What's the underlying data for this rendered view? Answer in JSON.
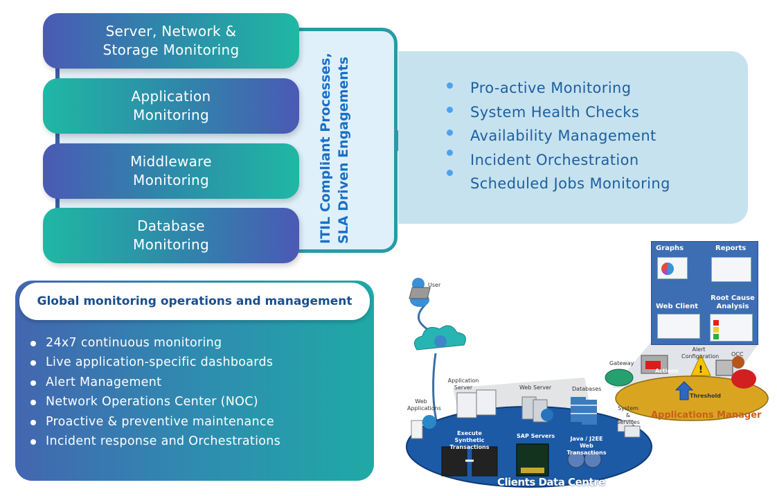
{
  "monitoring_stack": {
    "pills": [
      {
        "line1": "Server, Network &",
        "line2": "Storage Monitoring"
      },
      {
        "line1": "Application",
        "line2": "Monitoring"
      },
      {
        "line1": "Middleware",
        "line2": "Monitoring"
      },
      {
        "line1": "Database",
        "line2": "Monitoring"
      }
    ]
  },
  "bracket": {
    "line1": "ITIL Compliant Processes,",
    "line2": "SLA Driven Engagements"
  },
  "features": {
    "items": [
      "Pro-active Monitoring",
      "System Health Checks",
      "Availability Management",
      "Incident Orchestration",
      "Scheduled Jobs Monitoring"
    ]
  },
  "global": {
    "title": "Global monitoring operations and management",
    "items": [
      "24x7 continuous monitoring",
      "Live application-specific dashboards",
      "Alert Management",
      "Network Operations Center (NOC)",
      "Proactive & preventive maintenance",
      "Incident response and Orchestrations"
    ]
  },
  "network_diagram": {
    "user": "User",
    "web_applications": "Web Applications",
    "application_server": "Application Server",
    "web_server": "Web Server",
    "databases": "Databases",
    "system_services": "System & Services",
    "execute_synthetic": "Execute Synthetic Transactions",
    "sap_servers": "SAP Servers",
    "java_j2ee": "Java / J2EE Web Transactions",
    "clients_data_centre": "Clients Data Centre",
    "gateway": "Gateway",
    "actions": "Actions",
    "alert_configuration": "Alert Configuration",
    "occ": "OCC",
    "threshold": "Threshold",
    "applications_manager": "Applications Manager",
    "dashboard": {
      "graphs": "Graphs",
      "reports": "Reports",
      "web_client": "Web Client",
      "root_cause": "Root Cause Analysis"
    }
  },
  "colors": {
    "pill_blue": "#4b59b5",
    "pill_teal": "#1fb8a3",
    "bracket_border": "#2a9aa5",
    "bracket_text": "#1a6fc4",
    "feature_bg": "#c6e2ef",
    "feature_text": "#1d5f9e",
    "data_centre_blue": "#1c5aa6",
    "app_manager_gold": "#d9a520"
  }
}
